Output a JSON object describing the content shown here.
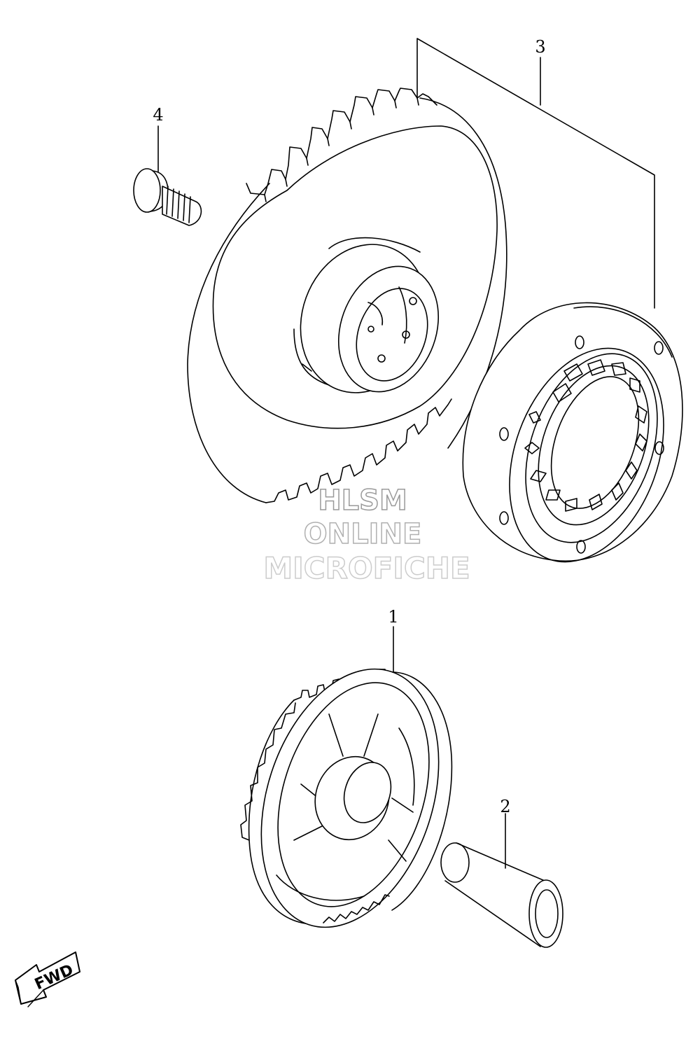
{
  "callouts": {
    "c1": "1",
    "c2": "2",
    "c3": "3",
    "c4": "4"
  },
  "watermark": {
    "line1": "HLSM",
    "line2": "ONLINE",
    "line3": "MICROFICHE"
  },
  "fwd_label": "FWD",
  "colors": {
    "ink": "#000000",
    "watermark": "#d8d8d8"
  }
}
